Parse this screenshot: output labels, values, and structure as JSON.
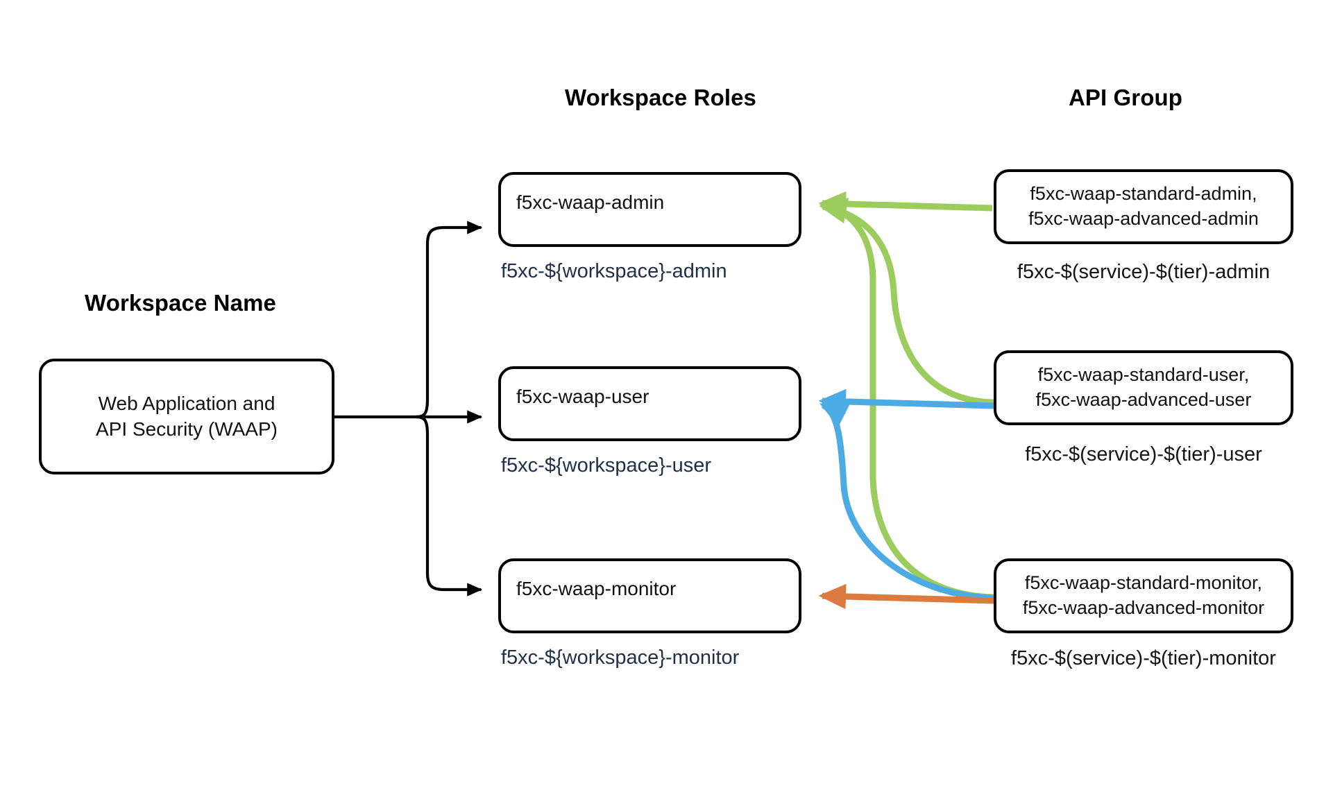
{
  "columns": {
    "workspace_name": "Workspace Name",
    "workspace_roles": "Workspace Roles",
    "api_group": "API Group"
  },
  "workspace": {
    "label": "Web Application and\nAPI Security (WAAP)"
  },
  "roles": [
    {
      "id": "admin",
      "label": "f5xc-waap-admin",
      "caption": "f5xc-${workspace}-admin",
      "accent": "#9ccc5e"
    },
    {
      "id": "user",
      "label": "f5xc-waap-user",
      "caption": "f5xc-${workspace}-user",
      "accent": "#4cabe3"
    },
    {
      "id": "monitor",
      "label": "f5xc-waap-monitor",
      "caption": "f5xc-${workspace}-monitor",
      "accent": "#dc7b3f"
    }
  ],
  "api_groups": [
    {
      "id": "admin",
      "label": "f5xc-waap-standard-admin,\nf5xc-waap-advanced-admin",
      "caption": "f5xc-$(service)-$(tier)-admin"
    },
    {
      "id": "user",
      "label": "f5xc-waap-standard-user,\nf5xc-waap-advanced-user",
      "caption": "f5xc-$(service)-$(tier)-user"
    },
    {
      "id": "monitor",
      "label": "f5xc-waap-standard-monitor,\nf5xc-waap-advanced-monitor",
      "caption": "f5xc-$(service)-$(tier)-monitor"
    }
  ],
  "colors": {
    "green": "#9ccc5e",
    "blue": "#4cabe3",
    "orange": "#dc7b3f",
    "black": "#000000",
    "caption_blue": "#1e3048",
    "background": "#ffffff"
  },
  "connections": [
    {
      "from": "api-group-admin",
      "to": "role-admin",
      "color": "#9ccc5e",
      "style": "straight"
    },
    {
      "from": "api-group-user",
      "to": "role-admin",
      "color": "#9ccc5e",
      "style": "curved"
    },
    {
      "from": "api-group-monitor",
      "to": "role-admin",
      "color": "#9ccc5e",
      "style": "curved"
    },
    {
      "from": "api-group-user",
      "to": "role-user",
      "color": "#4cabe3",
      "style": "straight"
    },
    {
      "from": "api-group-monitor",
      "to": "role-user",
      "color": "#4cabe3",
      "style": "curved"
    },
    {
      "from": "api-group-monitor",
      "to": "role-monitor",
      "color": "#dc7b3f",
      "style": "straight"
    },
    {
      "from": "workspace",
      "to": "role-admin",
      "color": "#000000",
      "style": "orthogonal"
    },
    {
      "from": "workspace",
      "to": "role-user",
      "color": "#000000",
      "style": "orthogonal"
    },
    {
      "from": "workspace",
      "to": "role-monitor",
      "color": "#000000",
      "style": "orthogonal"
    }
  ]
}
